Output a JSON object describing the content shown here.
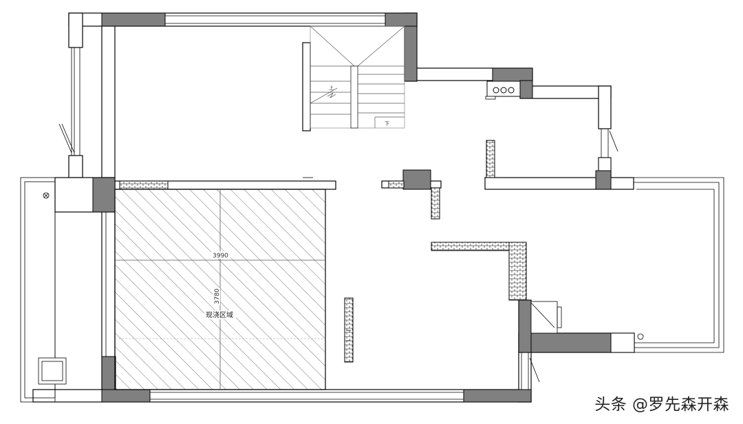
{
  "plan": {
    "dimension_width": "3990",
    "dimension_height": "3780",
    "area_label": "现浇区域",
    "stair_down_label": "下",
    "stair_up_label": "上"
  },
  "watermark": {
    "text": "头条 @罗先森开森"
  },
  "colors": {
    "wall_fill": "#ffffff",
    "wall_stroke": "#000000",
    "column_fill": "#808080",
    "brick_fill": "#ffffff",
    "hatch_stroke": "#6e6e6e"
  }
}
